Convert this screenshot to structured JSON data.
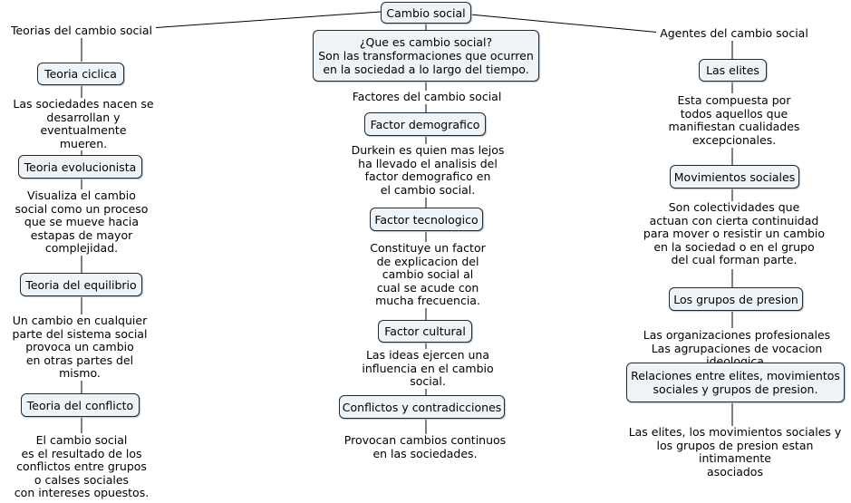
{
  "root": {
    "label": "Cambio social"
  },
  "left_branch": {
    "link_label": "Teorias del cambio social",
    "items": [
      {
        "concept": "Teoria ciclica",
        "description": "Las sociedades nacen se\ndesarrollan y eventualmente\nmueren."
      },
      {
        "concept": "Teoria evolucionista",
        "description": "Visualiza el cambio\nsocial como un proceso\nque se mueve hacia\nestapas de mayor\ncomplejidad."
      },
      {
        "concept": "Teoria del equilibrio",
        "description": "Un cambio en cualquier\nparte del sistema social\nprovoca un cambio\nen otras partes del\nmismo."
      },
      {
        "concept": "Teoria del conflicto",
        "description": "El cambio social\nes el resultado de los\nconflictos entre grupos\no calses sociales\ncon intereses opuestos."
      }
    ]
  },
  "center_branch": {
    "definition": "¿Que es cambio social?\nSon las transformaciones que ocurren\nen la sociedad a lo largo del tiempo.",
    "link_label": "Factores del cambio social",
    "items": [
      {
        "concept": "Factor demografico",
        "description": "Durkein es quien mas lejos\nha  llevado el analisis del\nfactor demografico en\nel cambio social."
      },
      {
        "concept": "Factor tecnologico",
        "description": "Constituye un factor\nde explicacion del\ncambio social al\ncual se acude con\nmucha frecuencia."
      },
      {
        "concept": "Factor cultural",
        "description": "Las ideas ejercen una\ninfluencia en el cambio\nsocial."
      },
      {
        "concept": "Conflictos y contradicciones",
        "description": "Provocan cambios continuos\nen las sociedades."
      }
    ]
  },
  "right_branch": {
    "link_label": "Agentes del cambio social",
    "items": [
      {
        "concept": "Las elites",
        "description": "Esta compuesta por\ntodos aquellos que\nmanifiestan cualidades\nexcepcionales."
      },
      {
        "concept": "Movimientos sociales",
        "description": "Son colectividades que\nactuan con cierta continuidad\npara mover o resistir un cambio\nen la sociedad o en el grupo\ndel cual forman parte."
      },
      {
        "concept": "Los grupos de presion",
        "description": "Las organizaciones profesionales\nLas agrupaciones de vocacion ideologica."
      },
      {
        "concept": "Relaciones entre elites, movimientos\nsociales y grupos de presion.",
        "description": "Las elites, los movimientos sociales y\nlos grupos de presion estan intimamente\nasociados"
      }
    ]
  },
  "colors": {
    "node_fill": "#eef3f7",
    "node_border": "#1f2a33",
    "line": "#000000"
  }
}
